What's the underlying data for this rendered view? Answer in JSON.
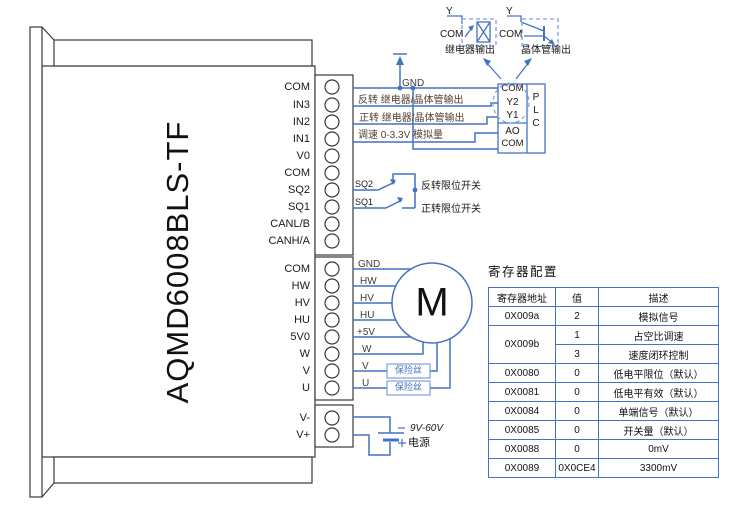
{
  "device": {
    "model": "AQMD6008BLS-TF"
  },
  "terminals": {
    "group1": [
      "COM",
      "IN3",
      "IN2",
      "IN1",
      "V0",
      "COM",
      "SQ2",
      "SQ1",
      "CANL/B",
      "CANH/A"
    ],
    "group2": [
      "COM",
      "HW",
      "HV",
      "HU",
      "5V0",
      "W",
      "V",
      "U"
    ],
    "group3": [
      "V-",
      "V+"
    ]
  },
  "control_wires": {
    "gnd": "GND",
    "reverse_output": "反转 继电器/晶体管输出",
    "forward_output": "正转 继电器/晶体管输出",
    "speed": "调速  0-3.3V 模拟量"
  },
  "limit_switches": {
    "sq2": "SQ2",
    "sq1": "SQ1",
    "reverse_limit": "反转限位开关",
    "forward_limit": "正转限位开关"
  },
  "motor_wires": {
    "gnd": "GND",
    "hw": "HW",
    "hv": "HV",
    "hu": "HU",
    "v5": "+5V",
    "w": "W",
    "v": "V",
    "u": "U",
    "fuse": "保险丝",
    "motor_letter": "M"
  },
  "power": {
    "voltage_range": "9V-60V",
    "label": "电源"
  },
  "plc": {
    "rows": [
      "COM",
      "Y2",
      "Y1",
      "AO",
      "COM"
    ],
    "letters": [
      "P",
      "L",
      "C"
    ]
  },
  "outputs": {
    "relay": {
      "y": "Y",
      "com": "COM",
      "label": "继电器输出"
    },
    "transistor": {
      "y": "Y",
      "com": "COM",
      "label": "晶体管输出"
    }
  },
  "register_table": {
    "title": "寄存器配置",
    "headers": [
      "寄存器地址",
      "值",
      "描述"
    ],
    "rows": [
      {
        "addr": "0X009a",
        "value": "2",
        "desc": "模拟信号"
      },
      {
        "addr": "0X009b",
        "value": "1",
        "desc": "占空比调速"
      },
      {
        "addr": "",
        "value": "3",
        "desc": "速度闭环控制"
      },
      {
        "addr": "0X0080",
        "value": "0",
        "desc": "低电平限位（默认）"
      },
      {
        "addr": "0X0081",
        "value": "0",
        "desc": "低电平有效（默认）"
      },
      {
        "addr": "0X0084",
        "value": "0",
        "desc": "单端信号（默认）"
      },
      {
        "addr": "0X0085",
        "value": "0",
        "desc": "开关量（默认）"
      },
      {
        "addr": "0X0088",
        "value": "0",
        "desc": "0mV"
      },
      {
        "addr": "0X0089",
        "value": "0X0CE4",
        "desc": "3300mV"
      }
    ]
  },
  "colors": {
    "wire_blue": "#4472C4",
    "dashed_blue": "#7CA1E4",
    "outline": "#3a3a3a"
  }
}
